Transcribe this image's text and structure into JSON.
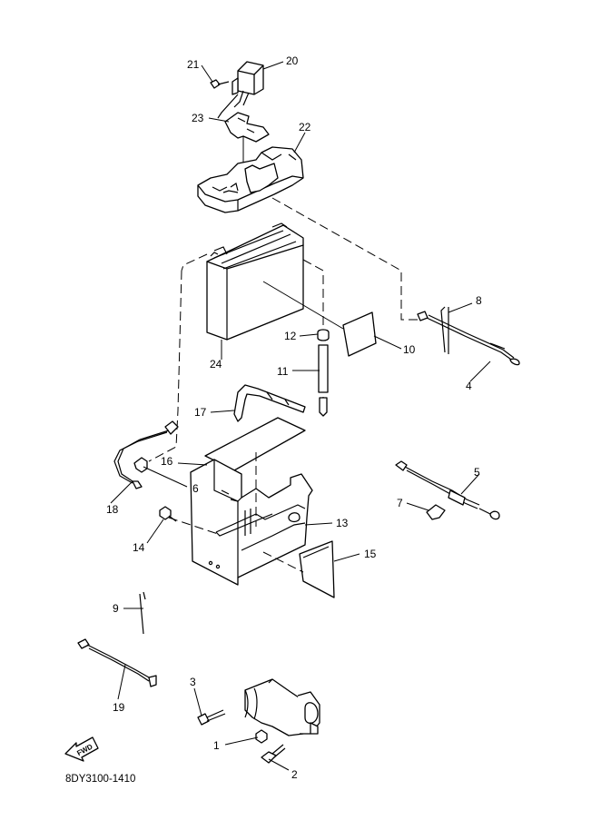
{
  "diagram": {
    "code": "8DY3100-1410",
    "fwd_label": "FWD",
    "labels": {
      "p1": "1",
      "p2": "2",
      "p3": "3",
      "p4": "4",
      "p5": "5",
      "p6": "6",
      "p7": "7",
      "p8": "8",
      "p9": "9",
      "p10": "10",
      "p11": "11",
      "p12": "12",
      "p13": "13",
      "p14": "14",
      "p15": "15",
      "p16": "16",
      "p17": "17",
      "p18": "18",
      "p19": "19",
      "p20": "20",
      "p21": "21",
      "p22": "22",
      "p23": "23",
      "p24": "24"
    }
  }
}
